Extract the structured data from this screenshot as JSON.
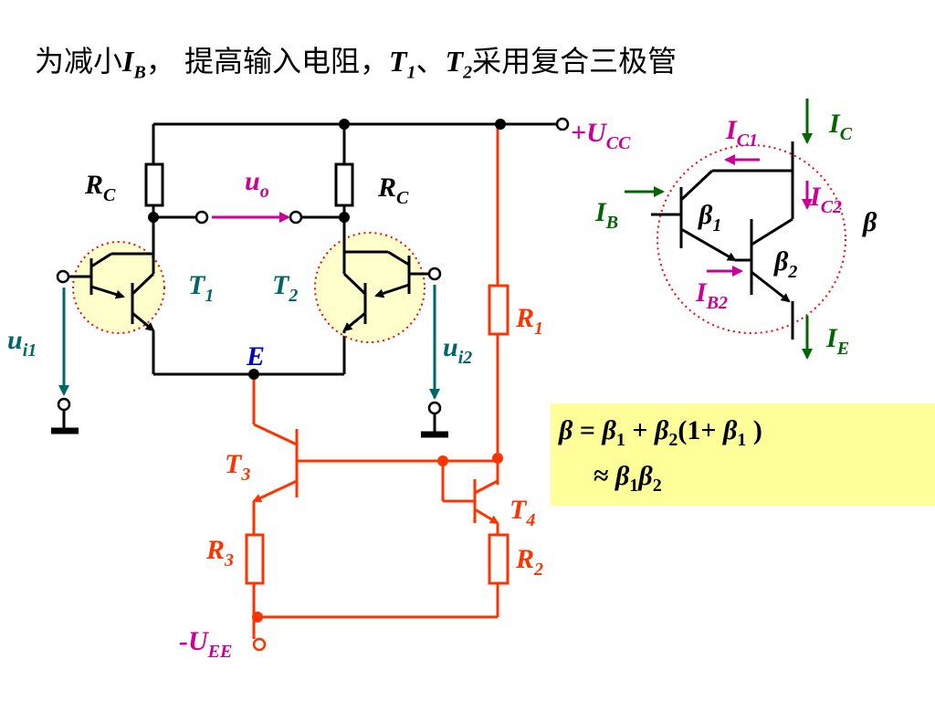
{
  "title": {
    "prefix": "为减小",
    "ib_letter": "I",
    "ib_sub": "B",
    "middle": "，  提高输入电阻，",
    "t1_letter": "T",
    "t1_sub": "1",
    "sep": "、",
    "t2_letter": "T",
    "t2_sub": "2",
    "suffix": "采用复合三极管"
  },
  "labels": {
    "vcc_sign": "+",
    "vcc_main": "U",
    "vcc_sub": "CC",
    "vee_sign": "-",
    "vee_main": "U",
    "vee_sub": "EE",
    "rc_left_main": "R",
    "rc_left_sub": "C",
    "rc_right_main": "R",
    "rc_right_sub": "C",
    "uo_main": "u",
    "uo_sub": "o",
    "t1_main": "T",
    "t1_sub": "1",
    "t2_main": "T",
    "t2_sub": "2",
    "ui1_main": "u",
    "ui1_sub": "i1",
    "ui2_main": "u",
    "ui2_sub": "i2",
    "e_node": "E",
    "r1_main": "R",
    "r1_sub": "1",
    "r2_main": "R",
    "r2_sub": "2",
    "r3_main": "R",
    "r3_sub": "3",
    "t3_main": "T",
    "t3_sub": "3",
    "t4_main": "T",
    "t4_sub": "4",
    "ic_main": "I",
    "ic_sub": "C",
    "ic1_main": "I",
    "ic1_sub": "C1",
    "ic2_main": "I",
    "ic2_sub": "C2",
    "ib_main": "I",
    "ib_sub": "B",
    "ib2_main": "I",
    "ib2_sub": "B2",
    "ie_main": "I",
    "ie_sub": "E",
    "beta1_main": "β",
    "beta1_sub": "1",
    "beta2_main": "β",
    "beta2_sub": "2",
    "beta_total": "β"
  },
  "formula": {
    "line1_beta": "β",
    "line1_eq": " = ",
    "line1_b1": "β",
    "line1_b1_sub": "1",
    "line1_plus": " + ",
    "line1_b2": "β",
    "line1_b2_sub": "2",
    "line1_paren_open": "(1+ ",
    "line1_b1b": "β",
    "line1_b1b_sub": "1",
    "line1_paren_close": " )",
    "line2_approx": "≈ ",
    "line2_b1": "β",
    "line2_b1_sub": "1",
    "line2_b2": "β",
    "line2_b2_sub": "2"
  },
  "colors": {
    "black_wire": "#000000",
    "orange_wire": "#ff3300",
    "label_black": "#000000",
    "label_teal": "#006666",
    "label_magenta": "#cc0099",
    "label_green": "#006600",
    "label_blue": "#0000cc",
    "label_orange": "#ff3300",
    "dotted_circle": "#ff0000",
    "transistor_highlight": "#ffffcc",
    "formula_bg": "#ffff99"
  }
}
